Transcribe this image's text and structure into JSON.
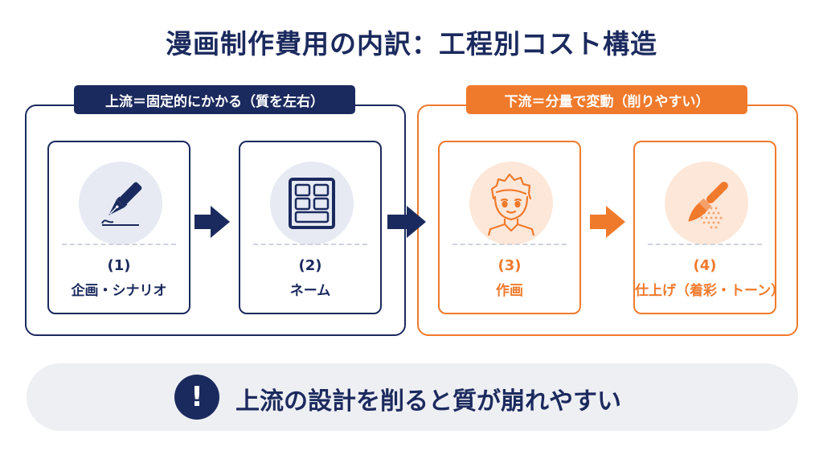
{
  "title": "漫画制作費用の内訳：工程別コスト構造",
  "upstream": {
    "label": "上流＝固定的にかかる（質を左右）",
    "color": "#1b2a5e"
  },
  "downstream": {
    "label": "下流＝分量で変動（削りやすい）",
    "color": "#f07a2c"
  },
  "steps": [
    {
      "number": "(1)",
      "name": "企画・シナリオ",
      "icon": "fountain-pen-icon"
    },
    {
      "number": "(2)",
      "name": "ネーム",
      "icon": "panel-layout-icon"
    },
    {
      "number": "(3)",
      "name": "作画",
      "icon": "character-face-icon"
    },
    {
      "number": "(4)",
      "name": "仕上げ（着彩・トーン）",
      "icon": "paintbrush-icon"
    }
  ],
  "warning": {
    "icon": "exclamation-icon",
    "symbol": "!",
    "text": "上流の設計を削ると質が崩れやすい"
  }
}
